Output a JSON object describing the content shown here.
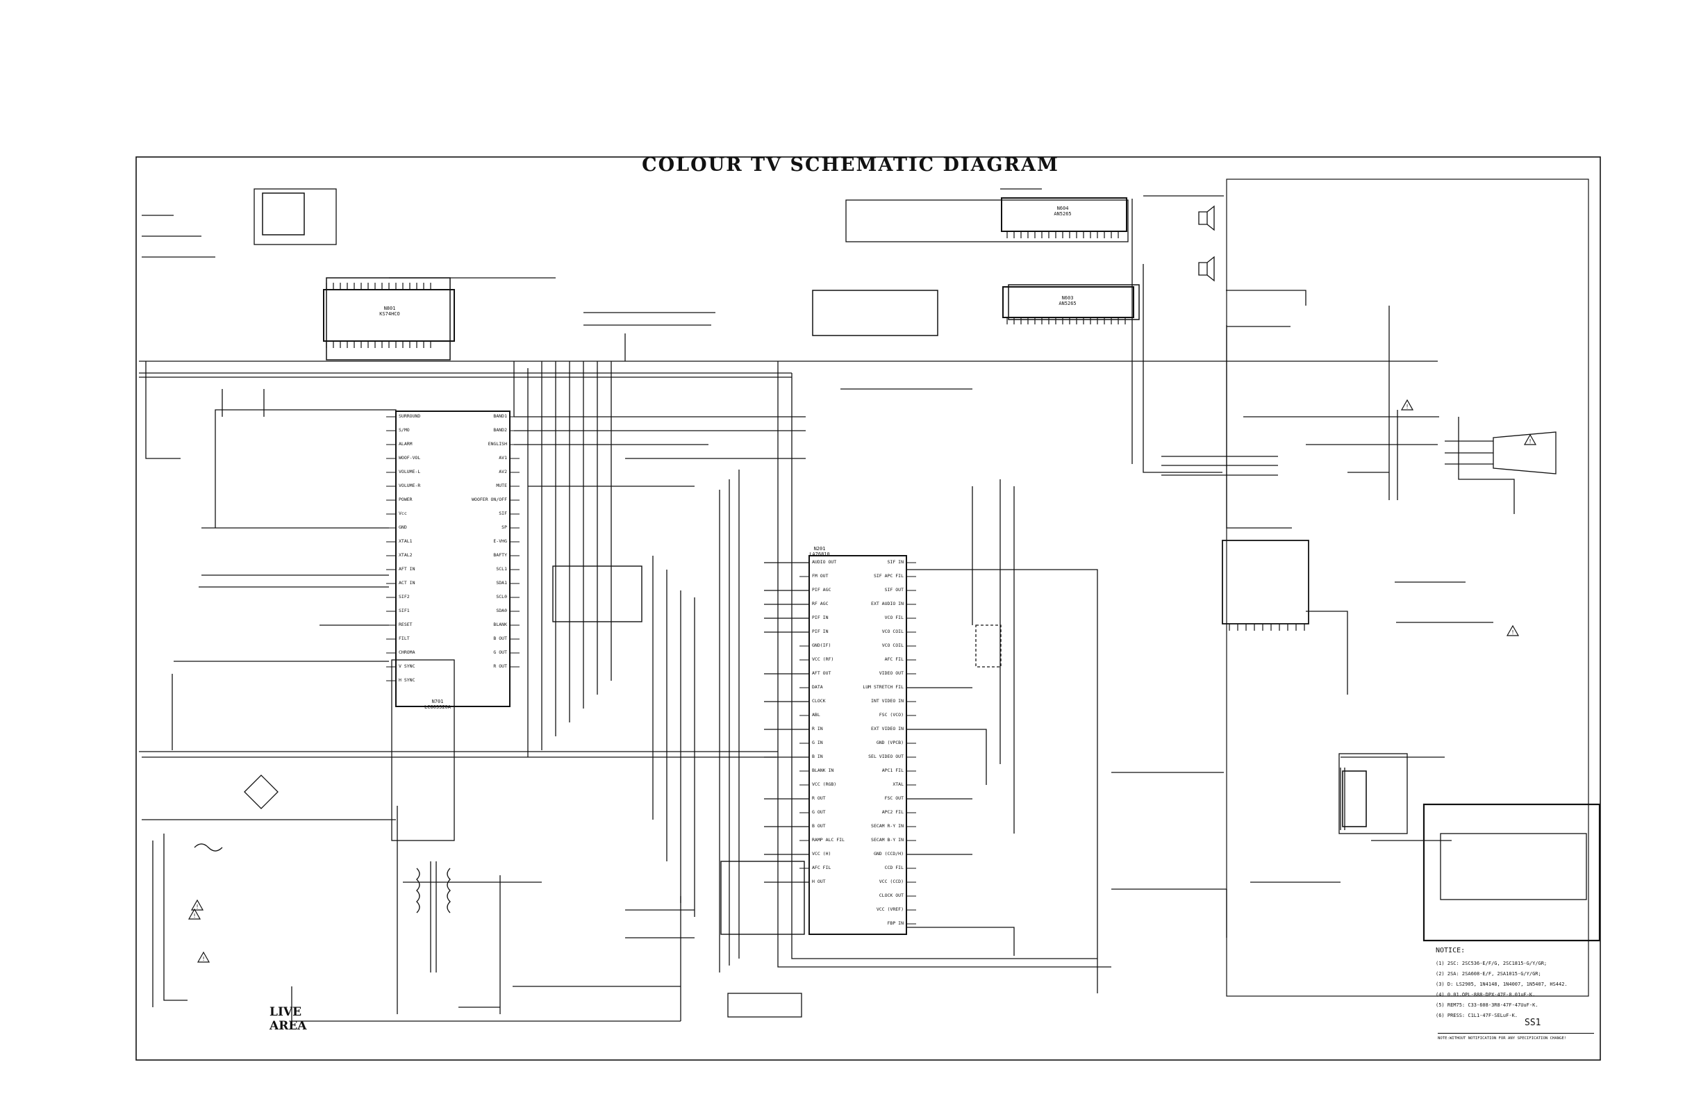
{
  "title": "COLOUR TV SCHEMATIC DIAGRAM",
  "ics": [
    {
      "ref": "N801",
      "part": "KS74HCO"
    },
    {
      "ref": "N201",
      "part": "LA76810"
    },
    {
      "ref": "N701",
      "part": "LC863320A"
    },
    {
      "ref": "N604",
      "part": "AN5265"
    },
    {
      "ref": "N603",
      "part": "AN5265"
    }
  ],
  "ic_pins": {
    "n701_left": [
      "SURROUND",
      "S/MO",
      "ALARM",
      "WOOF-VOL",
      "VOLUME-L",
      "VOLUME-R",
      "POWER",
      "Vcc",
      "GND",
      "XTAL1",
      "XTAL2",
      "AFT IN",
      "ACT IN",
      "SIF2",
      "SIF1",
      "RESET",
      "FILT",
      "CHROMA",
      "V SYNC",
      "H SYNC"
    ],
    "n701_right": [
      "BAND1",
      "BAND2",
      "ENGLISH",
      "AV1",
      "AV2",
      "MUTE",
      "WOOFER ON/OFF",
      "SIF",
      "SP",
      "E-VHG",
      "BAFTY",
      "SCL1",
      "SDA1",
      "SCL0",
      "SDA0",
      "BLANK",
      "B OUT",
      "G OUT",
      "R OUT"
    ],
    "n201_right": [
      "SIF IN",
      "SIF APC FIL",
      "SIF OUT",
      "EXT AUDIO IN",
      "VCO FIL",
      "VCO COIL",
      "VCO COIL",
      "AFC FIL",
      "VIDEO OUT",
      "LUM STRETCH FIL",
      "INT VIDEO IN",
      "FSC (VCO)",
      "EXT VIDEO IN",
      "GND (VPCB)",
      "SEL VIDEO OUT",
      "APC1 FIL",
      "XTAL",
      "FSC OUT",
      "APC2 FIL",
      "SECAM R-Y IN",
      "SECAM B-Y IN",
      "GND (CCD/H)",
      "CCD FIL",
      "VCC (CCD)",
      "CLOCK OUT",
      "VCC (VREF)",
      "FBP IN"
    ],
    "n201_left": [
      "AUDIO OUT",
      "FM OUT",
      "PIF AGC",
      "RF AGC",
      "PIF IN",
      "PIF IN",
      "GND(IF)",
      "VCC (RF)",
      "AFT OUT",
      "DATA",
      "CLOCK",
      "ABL",
      "R IN",
      "G IN",
      "B IN",
      "BLANK IN",
      "VCC (RGB)",
      "R OUT",
      "G OUT",
      "B OUT",
      "RAMP ALC FIL",
      "VCC (H)",
      "AFC FIL",
      "H OUT"
    ]
  },
  "live_area": [
    "LIVE",
    "AREA"
  ],
  "notice": {
    "heading": "NOTICE:",
    "items": [
      "(1) 2SC: 2SC536-E/F/G, 2SC1815-G/Y/GR;",
      "(2) 2SA: 2SA608-E/F, 2SA1015-G/Y/GR;",
      "(3) D: LS2905, 1N4148, 1N4007, 1N5407, HS442.",
      "(4) 0.01.OPL-888-DPX-47F-0.01uF-K.",
      "(5) REM75: C33-608-3R8-47F-47UuF-K.",
      "(6) PRESS: C1L1-47F-SELuF-K."
    ]
  },
  "sheet_id": "SS1",
  "footnote": "NOTE:WITHOUT NOTIFICATION FOR ANY SPECIFICATION CHANGE!"
}
